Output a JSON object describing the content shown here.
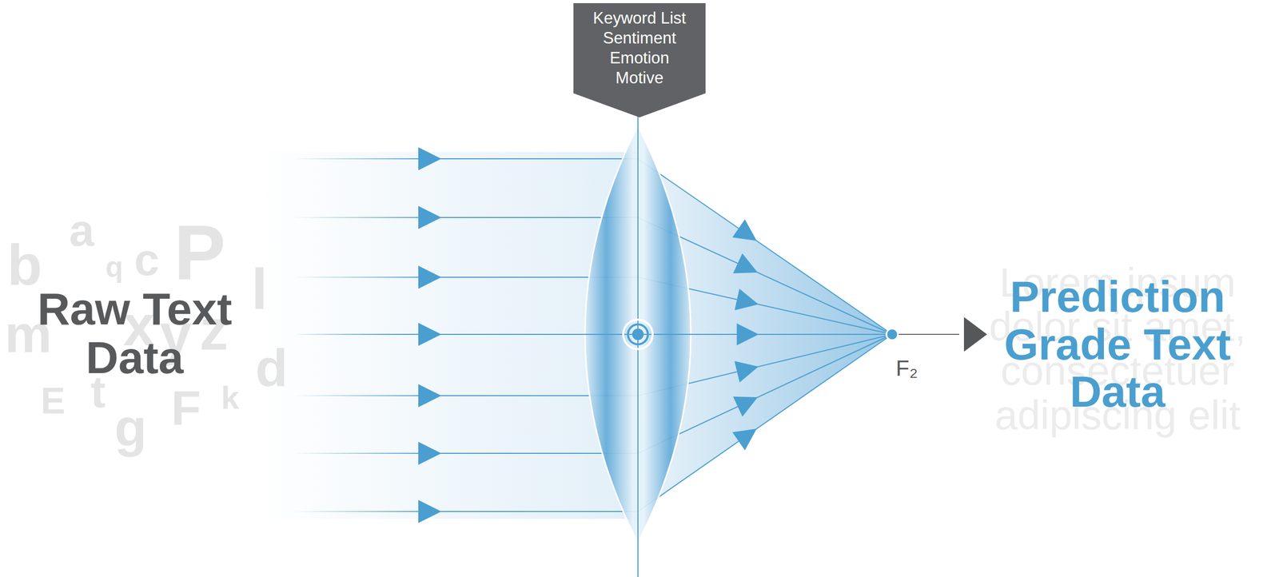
{
  "diagram": {
    "nodes": [
      {
        "text": [
          "Keyword List Sentiment Emotion Motive"
        ]
      }
    ],
    "labels": [
      "b",
      "a",
      "q",
      "c",
      "P",
      "l",
      "m",
      "x",
      "y",
      "z",
      "d",
      "E",
      "t",
      "g",
      "F",
      "k",
      "Raw Text Data",
      "F₂",
      "Lorem ipsum dolor sit amet, consectetuer adipiscing elit",
      "Prediction Grade Text Data"
    ]
  }
}
